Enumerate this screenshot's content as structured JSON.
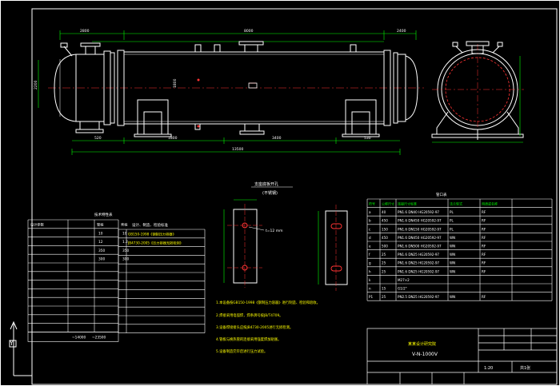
{
  "main_view": {
    "dims_top": [
      "2800",
      "8000",
      "2400"
    ],
    "dim_total": "13500",
    "dims_bottom": [
      "520",
      "1800",
      "3400",
      "530"
    ],
    "vertical_dim": "1800",
    "left_dim": "2200"
  },
  "support_note": {
    "title": "支座底板开孔",
    "subtitle": "(不锈钢)",
    "label": "t=12 mm"
  },
  "tech_table": {
    "title": "技术特性表",
    "header": [
      "设计参数",
      "",
      "管程",
      "壳程"
    ],
    "rows": [
      [
        "",
        "",
        "10",
        "10"
      ],
      [
        "",
        "",
        "12",
        "1.2"
      ],
      [
        "",
        "",
        "350",
        "350"
      ],
      [
        "",
        "",
        "300",
        "300"
      ],
      [
        "",
        "",
        "",
        ""
      ],
      [
        "",
        "",
        "",
        ""
      ],
      [
        "",
        "",
        "",
        ""
      ],
      [
        "",
        "",
        "",
        ""
      ],
      [
        "",
        "",
        "",
        ""
      ],
      [
        "",
        "",
        "",
        ""
      ],
      [
        "",
        "",
        "",
        ""
      ],
      [
        "",
        "",
        "",
        ""
      ]
    ],
    "bottom_values": [
      "~14000",
      "~23500"
    ]
  },
  "standards_table": {
    "title": "设计、制造、检验标准",
    "rows": [
      "GB150-1998《钢制压力容器》",
      "JB4730-2005《压力容器无损检测》",
      "",
      "",
      "",
      "",
      "",
      "",
      "",
      "",
      "",
      ""
    ]
  },
  "nozzle_table": {
    "title": "管口表",
    "header": [
      "符号",
      "公称尺寸",
      "连接尺寸标准",
      "法兰型式",
      "用途或名称"
    ],
    "rows": [
      [
        "a",
        "40",
        "PN1.6 DN40 HG20592-97",
        "PL",
        "RF"
      ],
      [
        "b",
        "450",
        "PN1.6 DN450 HG20592-97",
        "PL",
        "RF"
      ],
      [
        "c",
        "150",
        "PN1.6 DN150 HG20592-97",
        "PL",
        "RF"
      ],
      [
        "d",
        "450",
        "PN1.6 DN450 HG20592-97",
        "WN",
        "RF"
      ],
      [
        "e",
        "500",
        "PN1.6 DN500 HG20592-97",
        "WN",
        "RF"
      ],
      [
        "f",
        "25",
        "PN1.6 DN25 HG20592-97",
        "WN",
        "RF"
      ],
      [
        "g",
        "25",
        "PN1.6 DN25 HG20592-97",
        "WN",
        "RF"
      ],
      [
        "h",
        "25",
        "PN1.6 DN25 HG20592-97",
        "WN",
        "RF"
      ],
      [
        "k",
        "",
        "M27×2",
        "",
        ""
      ],
      [
        "n",
        "15",
        "G1/2\"",
        "",
        ""
      ],
      [
        "P1",
        "25",
        "PN2.5 DN25 HG20592-97",
        "WN",
        "RF"
      ]
    ]
  },
  "notes": {
    "items": [
      "1.本设备按GB150-1998《钢制压力容器》进行制造、检验和验收。",
      "2.焊接采用电弧焊，焊条牌号按JB/T4709。",
      "3.设备焊接接头应按JB4730-2005进行无损检测。",
      "4.管板与换热管的连接采用强度焊加贴胀。",
      "5.设备制造完毕后进行压力试验。"
    ]
  },
  "title_block": {
    "company": "某某设计研究院",
    "drawing_title": "V-N-1000V",
    "scale": "1:20",
    "sheet": "共1张"
  }
}
